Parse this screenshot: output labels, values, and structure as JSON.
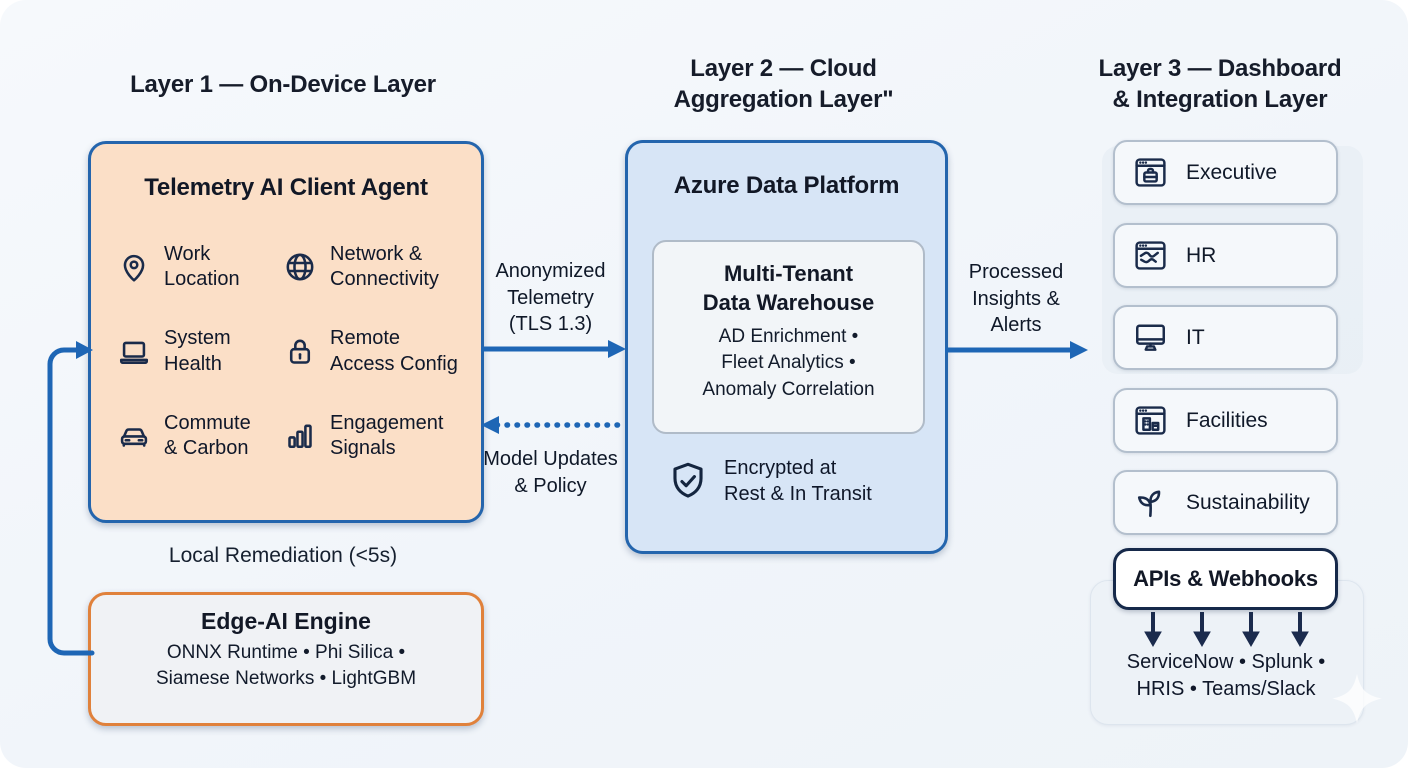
{
  "layers": {
    "layer1_title": "Layer 1 — On-Device Layer",
    "layer2_title": "Layer 2 — Cloud\nAggregation Layer\"",
    "layer3_title": "Layer 3 — Dashboard\n& Integration Layer"
  },
  "telemetry_agent": {
    "title": "Telemetry AI Client Agent",
    "items": [
      {
        "icon": "location-pin-icon",
        "label": "Work\nLocation"
      },
      {
        "icon": "globe-icon",
        "label": "Network &\nConnectivity"
      },
      {
        "icon": "laptop-icon",
        "label": "System\nHealth"
      },
      {
        "icon": "padlock-icon",
        "label": "Remote\nAccess Config"
      },
      {
        "icon": "car-icon",
        "label": "Commute\n& Carbon"
      },
      {
        "icon": "bar-chart-icon",
        "label": "Engagement\nSignals"
      }
    ]
  },
  "local_remediation_label": "Local Remediation (<5s)",
  "edge_engine": {
    "title": "Edge-AI Engine",
    "stack": "ONNX Runtime • Phi Silica •\nSiamese Networks • LightGBM"
  },
  "azure": {
    "title": "Azure Data Platform",
    "warehouse_title": "Multi-Tenant\nData Warehouse",
    "warehouse_features": "AD Enrichment •\nFleet Analytics •\nAnomaly Correlation",
    "encryption_label": "Encrypted at\nRest & In Transit"
  },
  "flows": {
    "telemetry": "Anonymized\nTelemetry\n(TLS 1.3)",
    "model_updates": "Model\nUpdates\n& Policy",
    "insights": "Processed\nInsights\n& Alerts"
  },
  "dashboards": {
    "items": [
      {
        "icon": "browser-briefcase-icon",
        "label": "Executive"
      },
      {
        "icon": "browser-handshake-icon",
        "label": "HR"
      },
      {
        "icon": "monitor-icon",
        "label": "IT"
      },
      {
        "icon": "browser-building-icon",
        "label": "Facilities"
      },
      {
        "icon": "sprout-icon",
        "label": "Sustainability"
      }
    ],
    "apis_label": "APIs & Webhooks",
    "integrations": "ServiceNow • Splunk •\nHRIS • Teams/Slack"
  },
  "colors": {
    "accent_blue_border": "#2465ad",
    "arrow_blue": "#1e66b5",
    "peach_fill": "#fbdfc7",
    "orange_border": "#e0813b",
    "azure_fill": "#d7e5f6",
    "navy_icon": "#1a2b4a"
  }
}
